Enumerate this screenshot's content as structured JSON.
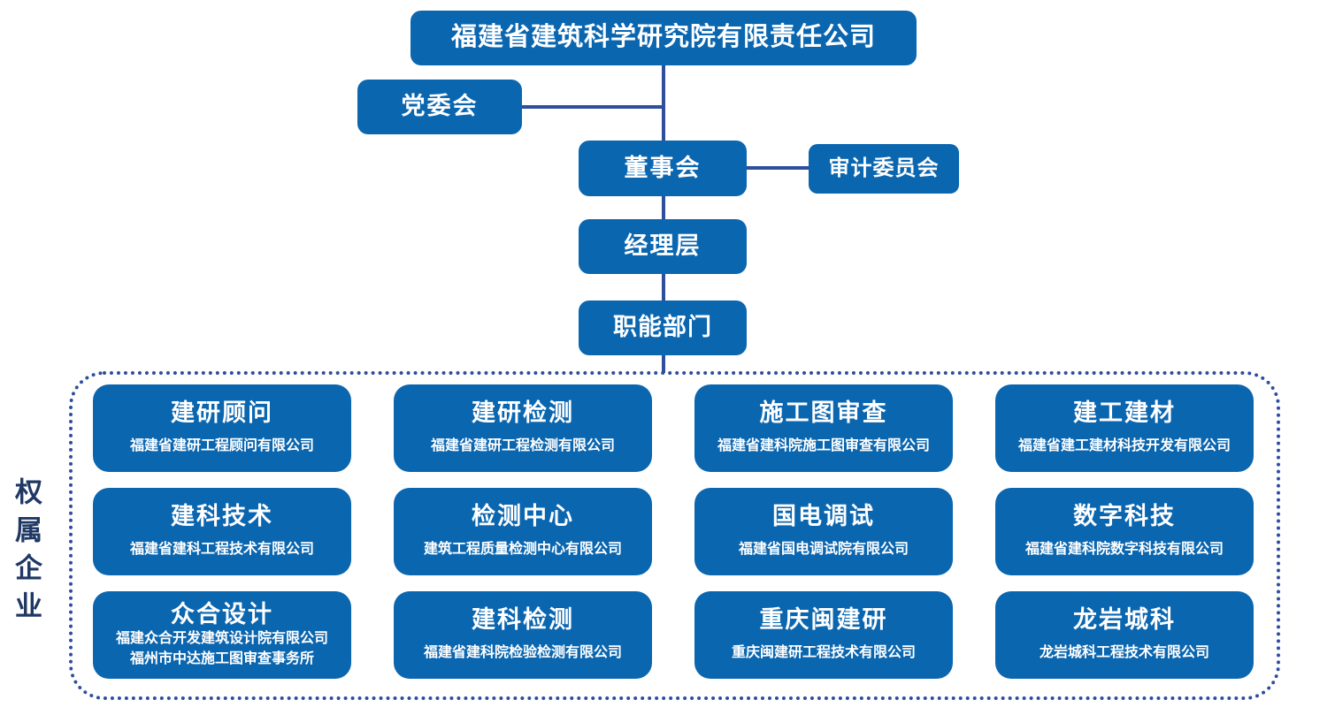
{
  "chart": {
    "nodes": {
      "root": "福建省建筑科学研究院有限责任公司",
      "party_committee": "党委会",
      "board": "董事会",
      "audit_committee": "审计委员会",
      "management": "经理层",
      "departments": "职能部门"
    },
    "group_label": "权属企业",
    "subsidiaries": [
      {
        "title": "建研顾问",
        "subtitles": [
          "福建省建研工程顾问有限公司"
        ]
      },
      {
        "title": "建研检测",
        "subtitles": [
          "福建省建研工程检测有限公司"
        ]
      },
      {
        "title": "施工图审查",
        "subtitles": [
          "福建省建科院施工图审查有限公司"
        ]
      },
      {
        "title": "建工建材",
        "subtitles": [
          "福建省建工建材科技开发有限公司"
        ]
      },
      {
        "title": "建科技术",
        "subtitles": [
          "福建省建科工程技术有限公司"
        ]
      },
      {
        "title": "检测中心",
        "subtitles": [
          "建筑工程质量检测中心有限公司"
        ]
      },
      {
        "title": "国电调试",
        "subtitles": [
          "福建省国电调试院有限公司"
        ]
      },
      {
        "title": "数字科技",
        "subtitles": [
          "福建省建科院数字科技有限公司"
        ]
      },
      {
        "title": "众合设计",
        "subtitles": [
          "福建众合开发建筑设计院有限公司",
          "福州市中达施工图审查事务所"
        ]
      },
      {
        "title": "建科检测",
        "subtitles": [
          "福建省建科院检验检测有限公司"
        ]
      },
      {
        "title": "重庆闽建研",
        "subtitles": [
          "重庆闽建研工程技术有限公司"
        ]
      },
      {
        "title": "龙岩城科",
        "subtitles": [
          "龙岩城科工程技术有限公司"
        ]
      }
    ]
  },
  "colors": {
    "box_fill": "#0b66b0",
    "line": "#2f4f9d",
    "dotted_border": "#2e4d9e",
    "label_text": "#1f3864",
    "box_text": "#ffffff"
  }
}
